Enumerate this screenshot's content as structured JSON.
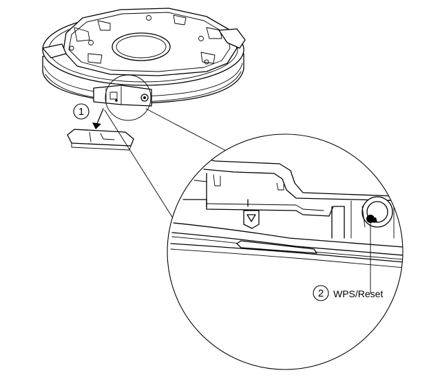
{
  "callouts": {
    "step1_number": "1",
    "step2_number": "2",
    "step2_label": "WPS/Reset"
  }
}
